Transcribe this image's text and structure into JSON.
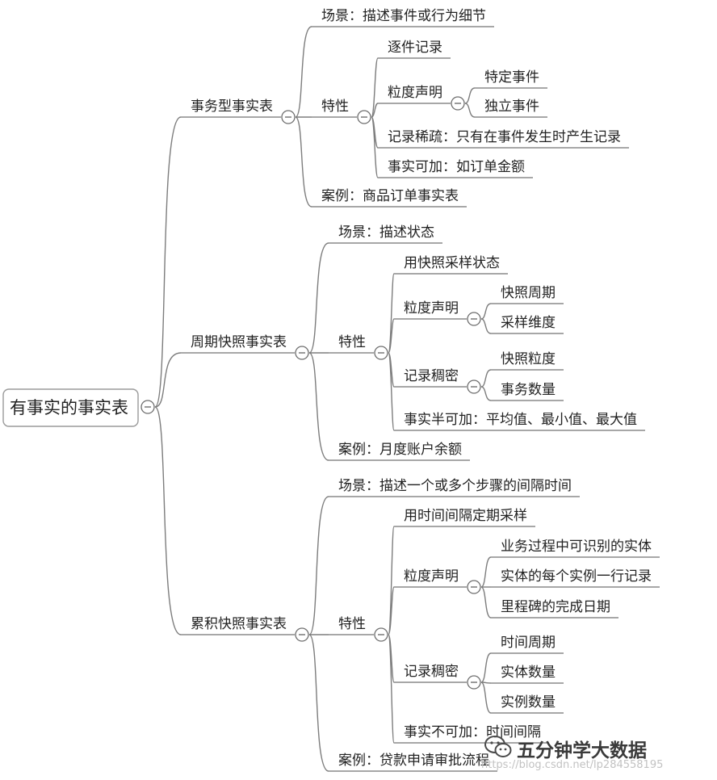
{
  "root": {
    "label": "有事实的事实表",
    "children": [
      {
        "label": "事务型事实表",
        "children": [
          {
            "label": "场景：描述事件或行为细节"
          },
          {
            "label": "特性",
            "children": [
              {
                "label": "逐件记录"
              },
              {
                "label": "粒度声明",
                "children": [
                  {
                    "label": "特定事件"
                  },
                  {
                    "label": "独立事件"
                  }
                ]
              },
              {
                "label": "记录稀疏：只有在事件发生时产生记录"
              },
              {
                "label": "事实可加：如订单金额"
              }
            ]
          },
          {
            "label": "案例：商品订单事实表"
          }
        ]
      },
      {
        "label": "周期快照事实表",
        "children": [
          {
            "label": "场景：描述状态"
          },
          {
            "label": "特性",
            "children": [
              {
                "label": "用快照采样状态"
              },
              {
                "label": "粒度声明",
                "children": [
                  {
                    "label": "快照周期"
                  },
                  {
                    "label": "采样维度"
                  }
                ]
              },
              {
                "label": "记录稠密",
                "children": [
                  {
                    "label": "快照粒度"
                  },
                  {
                    "label": "事务数量"
                  }
                ]
              },
              {
                "label": "事实半可加：平均值、最小值、最大值"
              }
            ]
          },
          {
            "label": "案例：月度账户余额"
          }
        ]
      },
      {
        "label": "累积快照事实表",
        "children": [
          {
            "label": "场景：描述一个或多个步骤的间隔时间"
          },
          {
            "label": "特性",
            "children": [
              {
                "label": "用时间间隔定期采样"
              },
              {
                "label": "粒度声明",
                "children": [
                  {
                    "label": "业务过程中可识别的实体"
                  },
                  {
                    "label": "实体的每个实例一行记录"
                  },
                  {
                    "label": "里程碑的完成日期"
                  }
                ]
              },
              {
                "label": "记录稠密",
                "children": [
                  {
                    "label": "时间周期"
                  },
                  {
                    "label": "实体数量"
                  },
                  {
                    "label": "实例数量"
                  }
                ]
              },
              {
                "label": "事实不可加：时间间隔"
              }
            ]
          },
          {
            "label": "案例：贷款申请审批流程"
          }
        ]
      }
    ]
  },
  "watermark": {
    "logo_icon": "wechat-icon",
    "title": "五分钟学大数据",
    "url": "https://blog.csdn.net/lp284558195"
  },
  "colors": {
    "text": "#222222",
    "line": "#7d7d7d",
    "background": "#ffffff"
  }
}
